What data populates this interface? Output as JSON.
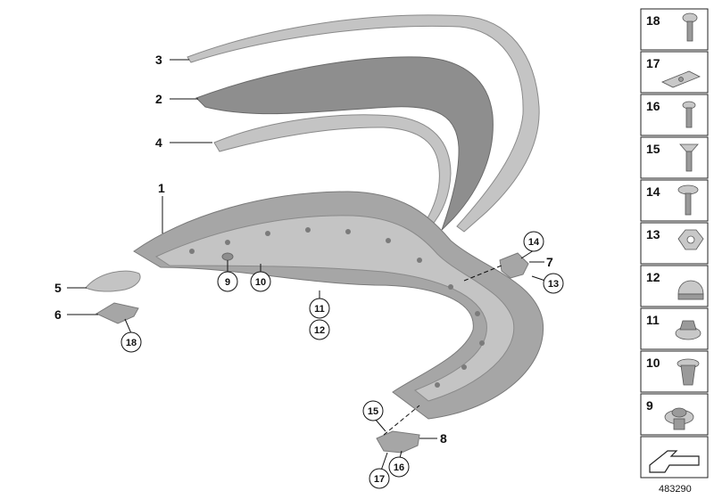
{
  "main_labels": {
    "l1": "1",
    "l2": "2",
    "l3": "3",
    "l4": "4",
    "l5": "5",
    "l6": "6",
    "l7": "7",
    "l8": "8"
  },
  "circled": {
    "c9": "9",
    "c10": "10",
    "c11": "11",
    "c12": "12",
    "c13": "13",
    "c14": "14",
    "c15": "15",
    "c16": "16",
    "c17": "17",
    "c18": "18"
  },
  "sidebar": {
    "items": [
      {
        "number": "18",
        "icon": "screw-icon"
      },
      {
        "number": "17",
        "icon": "plate-nut-icon"
      },
      {
        "number": "16",
        "icon": "screw-icon"
      },
      {
        "number": "15",
        "icon": "countersunk-screw-icon"
      },
      {
        "number": "14",
        "icon": "flange-screw-icon"
      },
      {
        "number": "13",
        "icon": "hex-nut-icon"
      },
      {
        "number": "12",
        "icon": "cap-nut-icon"
      },
      {
        "number": "11",
        "icon": "speed-nut-icon"
      },
      {
        "number": "10",
        "icon": "expanding-rivet-icon"
      },
      {
        "number": "9",
        "icon": "push-clip-icon"
      },
      {
        "number": "",
        "icon": "arrow-icon"
      }
    ]
  },
  "doc_id": "483290"
}
